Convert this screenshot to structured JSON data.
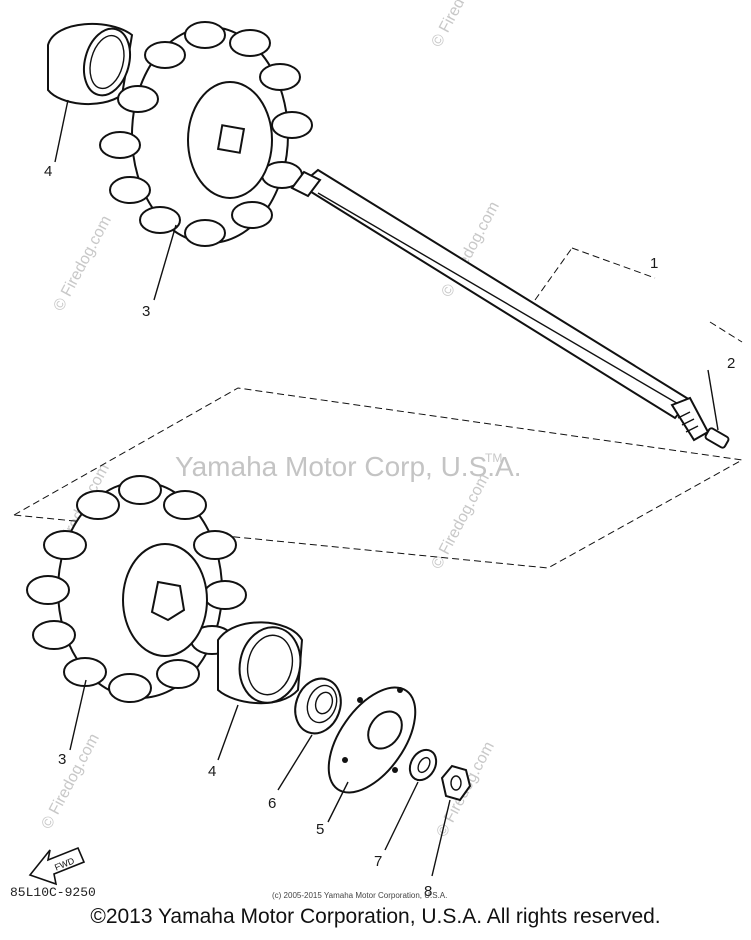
{
  "callouts": {
    "c1": "1",
    "c2": "2",
    "c3_top": "3",
    "c4_top": "4",
    "c3_bottom": "3",
    "c4_bottom": "4",
    "c5": "5",
    "c6": "6",
    "c7": "7",
    "c8": "8"
  },
  "watermarks": {
    "center": "Yamaha Motor Corp, U.S.A.",
    "tm": "TM",
    "firedog": "© Firedog.com"
  },
  "footer": {
    "diagram_code": "85L10C-9250",
    "small_copyright": "(c) 2005-2015 Yamaha Motor Corporation, U.S.A.",
    "fwd": "FWD",
    "copyright": "©2013 Yamaha Motor Corporation, U.S.A. All rights reserved."
  },
  "colors": {
    "line": "#111111",
    "watermark": "#c4c4c4"
  }
}
